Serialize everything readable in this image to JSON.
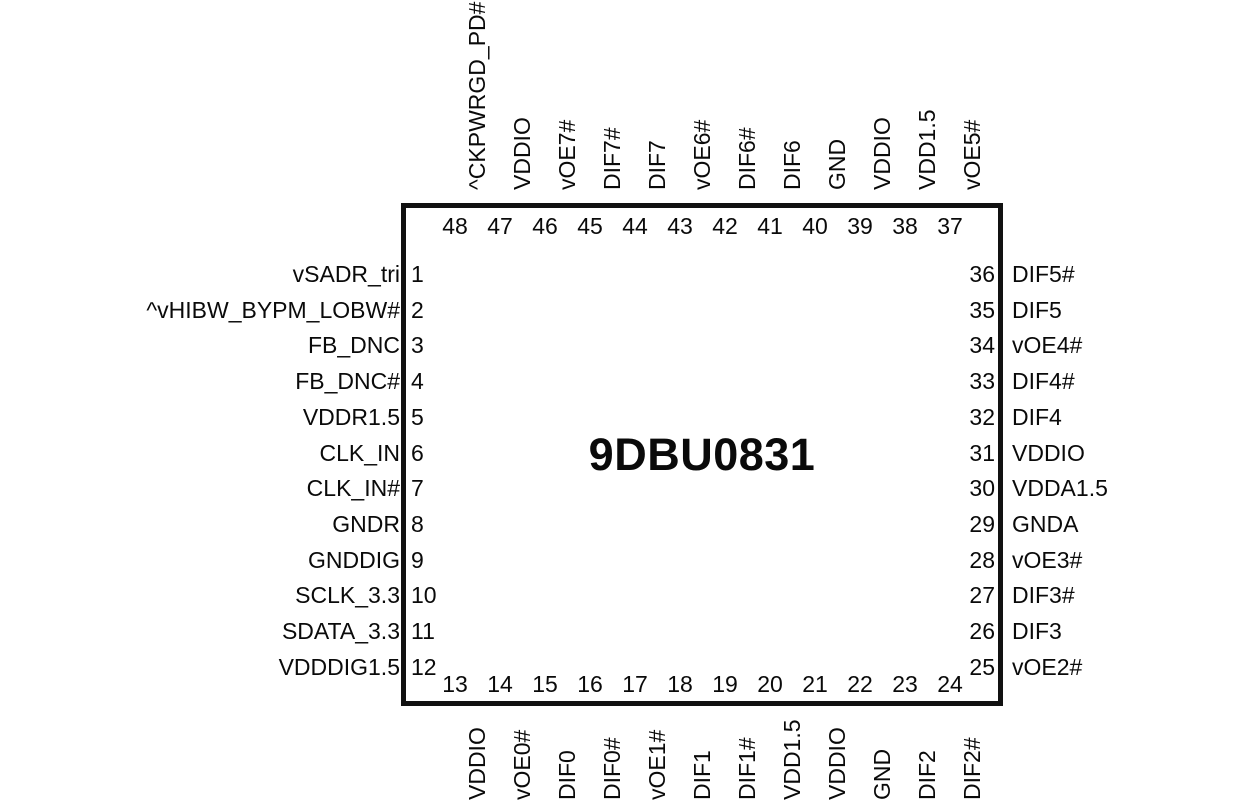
{
  "diagram": {
    "part_number": "9DBU0831",
    "package_pin_count": 48,
    "line_color": "#111111",
    "text_color": "#0a0a0a",
    "background": "#ffffff"
  },
  "pins": {
    "left": [
      {
        "number": "1",
        "label": "vSADR_tri"
      },
      {
        "number": "2",
        "label": "^vHIBW_BYPM_LOBW#"
      },
      {
        "number": "3",
        "label": "FB_DNC"
      },
      {
        "number": "4",
        "label": "FB_DNC#"
      },
      {
        "number": "5",
        "label": "VDDR1.5"
      },
      {
        "number": "6",
        "label": "CLK_IN"
      },
      {
        "number": "7",
        "label": "CLK_IN#"
      },
      {
        "number": "8",
        "label": "GNDR"
      },
      {
        "number": "9",
        "label": "GNDDIG"
      },
      {
        "number": "10",
        "label": "SCLK_3.3"
      },
      {
        "number": "11",
        "label": "SDATA_3.3"
      },
      {
        "number": "12",
        "label": "VDDDIG1.5"
      }
    ],
    "bottom": [
      {
        "number": "13",
        "label": "VDDIO"
      },
      {
        "number": "14",
        "label": "vOE0#"
      },
      {
        "number": "15",
        "label": "DIF0"
      },
      {
        "number": "16",
        "label": "DIF0#"
      },
      {
        "number": "17",
        "label": "vOE1#"
      },
      {
        "number": "18",
        "label": "DIF1"
      },
      {
        "number": "19",
        "label": "DIF1#"
      },
      {
        "number": "20",
        "label": "VDD1.5"
      },
      {
        "number": "21",
        "label": "VDDIO"
      },
      {
        "number": "22",
        "label": "GND"
      },
      {
        "number": "23",
        "label": "DIF2"
      },
      {
        "number": "24",
        "label": "DIF2#"
      }
    ],
    "right": [
      {
        "number": "25",
        "label": "vOE2#"
      },
      {
        "number": "26",
        "label": "DIF3"
      },
      {
        "number": "27",
        "label": "DIF3#"
      },
      {
        "number": "28",
        "label": "vOE3#"
      },
      {
        "number": "29",
        "label": "GNDA"
      },
      {
        "number": "30",
        "label": "VDDA1.5"
      },
      {
        "number": "31",
        "label": "VDDIO"
      },
      {
        "number": "32",
        "label": "DIF4"
      },
      {
        "number": "33",
        "label": "DIF4#"
      },
      {
        "number": "34",
        "label": "vOE4#"
      },
      {
        "number": "35",
        "label": "DIF5"
      },
      {
        "number": "36",
        "label": "DIF5#"
      }
    ],
    "top": [
      {
        "number": "37",
        "label": "vOE5#"
      },
      {
        "number": "38",
        "label": "VDD1.5"
      },
      {
        "number": "39",
        "label": "VDDIO"
      },
      {
        "number": "40",
        "label": "GND"
      },
      {
        "number": "41",
        "label": "DIF6"
      },
      {
        "number": "42",
        "label": "DIF6#"
      },
      {
        "number": "43",
        "label": "vOE6#"
      },
      {
        "number": "44",
        "label": "DIF7"
      },
      {
        "number": "45",
        "label": "DIF7#"
      },
      {
        "number": "46",
        "label": "vOE7#"
      },
      {
        "number": "47",
        "label": "VDDIO"
      },
      {
        "number": "48",
        "label": "^CKPWRGD_PD#"
      }
    ]
  }
}
